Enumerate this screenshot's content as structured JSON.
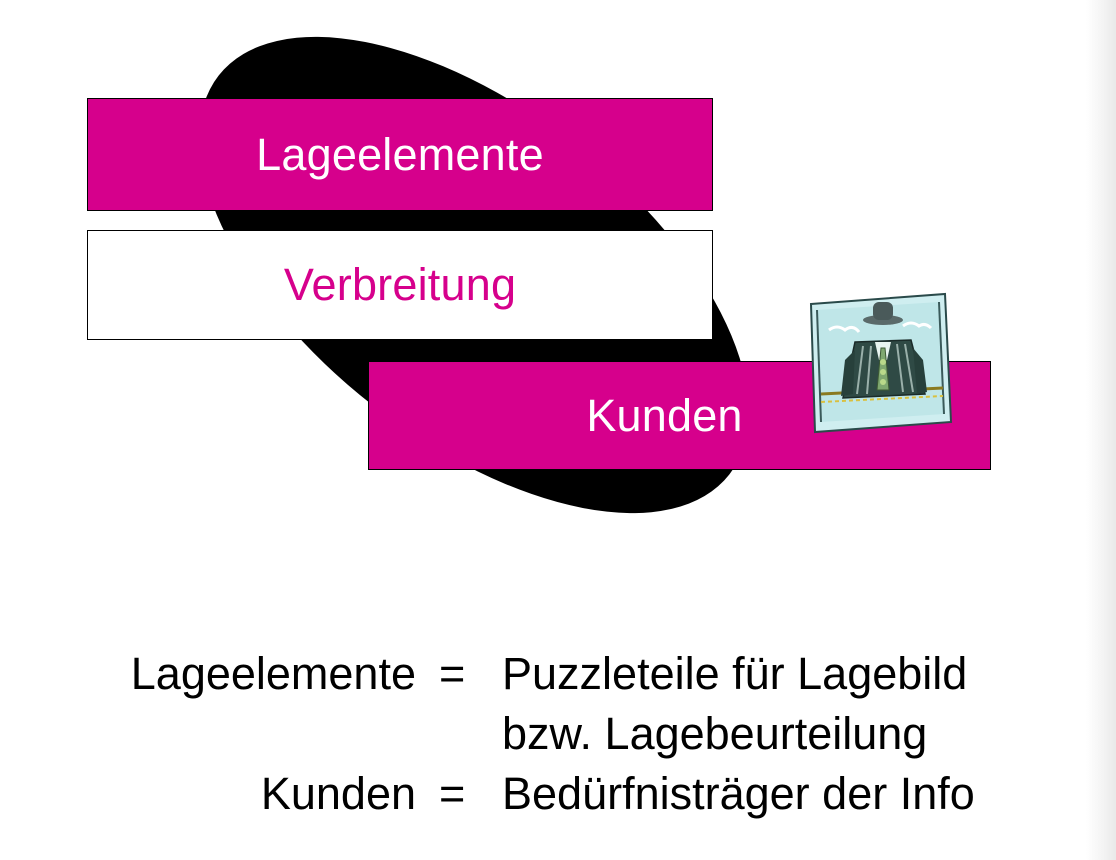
{
  "colors": {
    "magenta": "#d6008c",
    "black": "#000000",
    "white": "#ffffff"
  },
  "diagram": {
    "boxes": [
      {
        "label": "Lageelemente"
      },
      {
        "label": "Verbreitung"
      },
      {
        "label": "Kunden"
      }
    ],
    "clipart_icon": "businessman-clipart-icon"
  },
  "legend": {
    "rows": [
      {
        "term": "Lageelemente",
        "equals": "=",
        "definition": "Puzzleteile für Lagebild"
      },
      {
        "term": "",
        "equals": "",
        "definition": "bzw. Lagebeurteilung"
      },
      {
        "term": "Kunden",
        "equals": "=",
        "definition": "Bedürfnisträger der Info"
      }
    ]
  }
}
